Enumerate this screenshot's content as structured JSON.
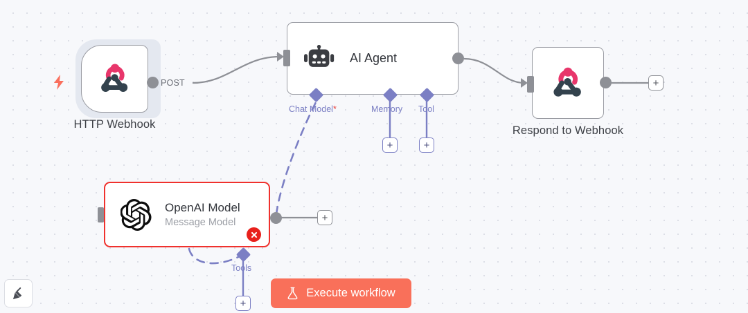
{
  "canvas": {
    "background_color": "#f7f8fb",
    "grid_dot_color": "#dcdee6"
  },
  "nodes": [
    {
      "id": "http-webhook",
      "label": "HTTP Webhook",
      "icon": "webhook-icon",
      "type": "trigger",
      "selected": true,
      "output_label": "POST"
    },
    {
      "id": "ai-agent",
      "title": "AI Agent",
      "icon": "robot-icon",
      "type": "standard",
      "sub_ports": [
        {
          "label": "Chat Model",
          "required": true,
          "required_mark": "*",
          "connected": true
        },
        {
          "label": "Memory",
          "required": false,
          "required_mark": "",
          "connected": false
        },
        {
          "label": "Tool",
          "required": false,
          "required_mark": "",
          "connected": false
        }
      ]
    },
    {
      "id": "respond-to-webhook",
      "label": "Respond to Webhook",
      "icon": "webhook-icon",
      "type": "standard"
    },
    {
      "id": "openai-model",
      "title": "OpenAI Model",
      "subtitle": "Message Model",
      "icon": "openai-icon",
      "type": "standard",
      "has_error": true,
      "error_icon": "error-circle-icon",
      "border_color": "#f0312d",
      "sub_ports": [
        {
          "label": "Tools",
          "required": false,
          "required_mark": "",
          "connected": false
        }
      ]
    }
  ],
  "buttons": {
    "execute_workflow": {
      "label": "Execute workflow",
      "icon": "flask-icon",
      "color": "#f9705a"
    },
    "tidy_up": {
      "icon": "broom-icon"
    },
    "add_plus": "+"
  },
  "accent_colors": {
    "sub_connection": "#7b7fc4",
    "error": "#e8201c",
    "trigger_bolt": "#fa6f5d",
    "wire": "#8e9096",
    "webhook_pink": "#e8366b",
    "webhook_dark": "#33424d"
  }
}
